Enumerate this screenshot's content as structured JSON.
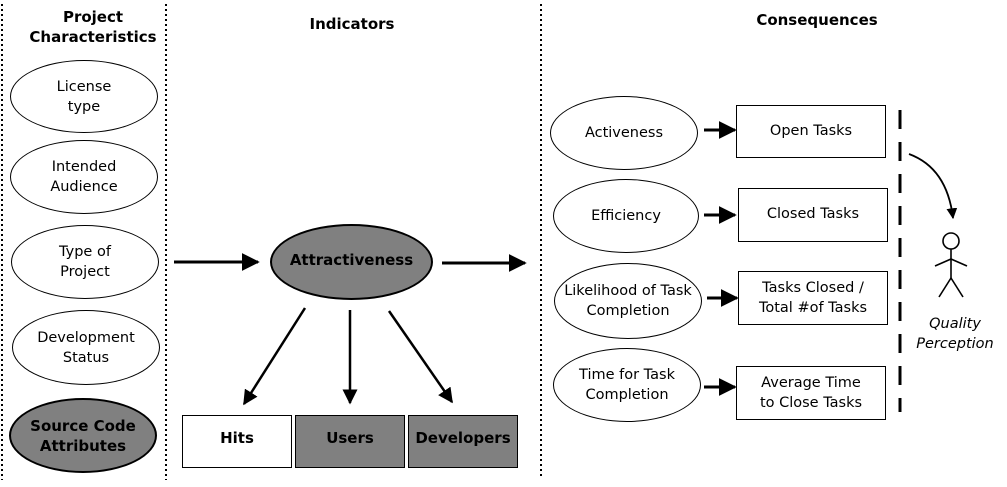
{
  "columns": {
    "project_characteristics": "Project\nCharacteristics",
    "indicators": "Indicators",
    "consequences": "Consequences"
  },
  "characteristics": [
    "License\ntype",
    "Intended\nAudience",
    "Type of\nProject",
    "Development\nStatus",
    "Source Code\nAttributes"
  ],
  "indicator": {
    "center": "Attractiveness",
    "measures": [
      "Hits",
      "Users",
      "Developers"
    ]
  },
  "consequences": {
    "factors": [
      "Activeness",
      "Efficiency",
      "Likelihood of Task\nCompletion",
      "Time for Task\nCompletion"
    ],
    "metrics": [
      "Open Tasks",
      "Closed Tasks",
      "Tasks Closed /\nTotal #of Tasks",
      "Average Time\nto Close Tasks"
    ],
    "actor_label": "Quality\nPerception"
  },
  "colors": {
    "highlight_fill": "#808080",
    "line": "#000000"
  },
  "icons": {
    "actor": "stick-figure-icon"
  }
}
